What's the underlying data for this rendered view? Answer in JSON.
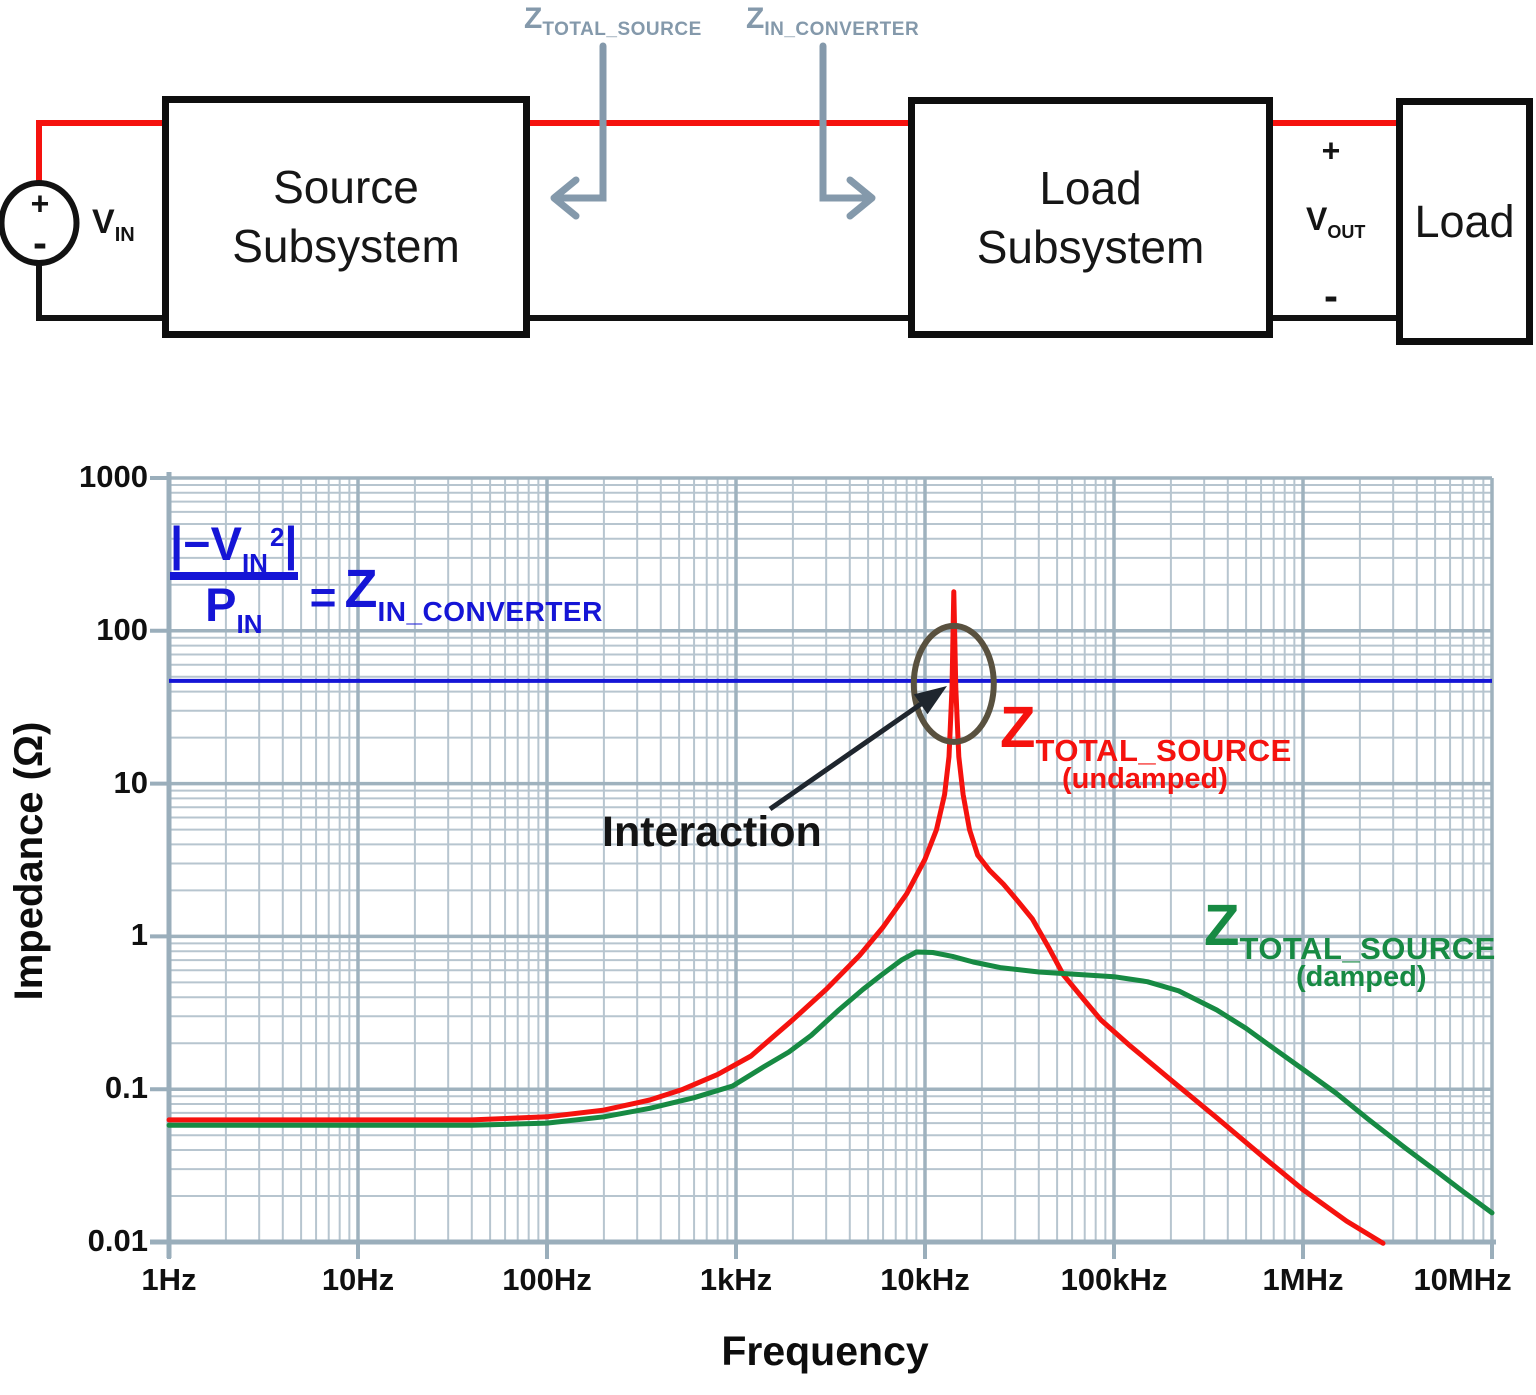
{
  "diagram": {
    "vin": {
      "plus": "+",
      "minus": "-",
      "label": {
        "main": "V",
        "sub": "IN"
      }
    },
    "probes": {
      "total_source": {
        "main": "Z",
        "sub": "TOTAL_SOURCE"
      },
      "in_converter": {
        "main": "Z",
        "sub": "IN_CONVERTER"
      }
    },
    "boxes": {
      "source": {
        "line1": "Source",
        "line2": "Subsystem"
      },
      "load_subsystem": {
        "line1": "Load",
        "line2": "Subsystem"
      },
      "load": {
        "line1": "Load"
      }
    },
    "vout": {
      "plus": "+",
      "minus": "-",
      "label": {
        "main": "V",
        "sub": "OUT"
      }
    }
  },
  "chart_labels": {
    "formula": {
      "num_open": "|−V",
      "num_sub": "IN",
      "num_sup": "2",
      "num_close": "|",
      "den": "P",
      "den_sub": "IN",
      "equals": "=",
      "rhs": "Z",
      "rhs_sub": "IN_CONVERTER"
    },
    "interaction": "Interaction",
    "red": {
      "main": "Z",
      "sub": "TOTAL_SOURCE",
      "note": "(undamped)"
    },
    "green": {
      "main": "Z",
      "sub": "TOTAL_SOURCE",
      "note": "(damped)"
    }
  },
  "chart_data": {
    "type": "line",
    "x_axis": {
      "label": "Frequency",
      "scale": "log",
      "min": 1,
      "max": 10000000,
      "ticks": [
        {
          "value": 1,
          "label": "1Hz"
        },
        {
          "value": 10,
          "label": "10Hz"
        },
        {
          "value": 100,
          "label": "100Hz"
        },
        {
          "value": 1000,
          "label": "1kHz"
        },
        {
          "value": 10000,
          "label": "10kHz"
        },
        {
          "value": 100000,
          "label": "100kHz"
        },
        {
          "value": 1000000,
          "label": "1MHz"
        },
        {
          "value": 10000000,
          "label": "10MHz"
        }
      ]
    },
    "y_axis": {
      "label": "Impedance (Ω)",
      "scale": "log",
      "min": 0.01,
      "max": 1000,
      "ticks": [
        {
          "value": 1000,
          "label": "1000"
        },
        {
          "value": 100,
          "label": "100"
        },
        {
          "value": 10,
          "label": "10"
        },
        {
          "value": 1,
          "label": "1"
        },
        {
          "value": 0.1,
          "label": "0.1"
        },
        {
          "value": 0.01,
          "label": "0.01"
        }
      ]
    },
    "grid": true,
    "legend_position": "inline-annotations",
    "series": [
      {
        "id": "zin_converter",
        "name": "Z_IN_CONVERTER",
        "type": "hline",
        "color": "#1515d6",
        "value": 47
      },
      {
        "id": "z_total_source_undamped",
        "name": "Z_TOTAL_SOURCE (undamped)",
        "type": "line",
        "color": "#f5120e",
        "points": [
          [
            1,
            0.063
          ],
          [
            8,
            0.063
          ],
          [
            40,
            0.063
          ],
          [
            100,
            0.066
          ],
          [
            200,
            0.073
          ],
          [
            350,
            0.085
          ],
          [
            525,
            0.1
          ],
          [
            800,
            0.125
          ],
          [
            1200,
            0.165
          ],
          [
            2000,
            0.285
          ],
          [
            3000,
            0.45
          ],
          [
            4500,
            0.75
          ],
          [
            6000,
            1.15
          ],
          [
            8000,
            1.9
          ],
          [
            10000,
            3.2
          ],
          [
            11500,
            5.0
          ],
          [
            12700,
            8.5
          ],
          [
            13400,
            15
          ],
          [
            13900,
            42
          ],
          [
            14200,
            180
          ],
          [
            14550,
            42
          ],
          [
            15100,
            15
          ],
          [
            15900,
            8.5
          ],
          [
            17200,
            5.0
          ],
          [
            19000,
            3.4
          ],
          [
            22000,
            2.7
          ],
          [
            26000,
            2.2
          ],
          [
            31000,
            1.7
          ],
          [
            37000,
            1.3
          ],
          [
            45000,
            0.85
          ],
          [
            54000,
            0.56
          ],
          [
            70000,
            0.38
          ],
          [
            85000,
            0.285
          ],
          [
            120000,
            0.195
          ],
          [
            200000,
            0.115
          ],
          [
            350000,
            0.065
          ],
          [
            600000,
            0.037
          ],
          [
            1000000,
            0.022
          ],
          [
            1700000,
            0.0137
          ],
          [
            2650000,
            0.0098
          ]
        ]
      },
      {
        "id": "z_total_source_damped",
        "name": "Z_TOTAL_SOURCE (damped)",
        "type": "line",
        "color": "#178a43",
        "points": [
          [
            1,
            0.058
          ],
          [
            8,
            0.058
          ],
          [
            40,
            0.058
          ],
          [
            100,
            0.06
          ],
          [
            200,
            0.066
          ],
          [
            350,
            0.075
          ],
          [
            600,
            0.088
          ],
          [
            960,
            0.105
          ],
          [
            1400,
            0.14
          ],
          [
            1900,
            0.175
          ],
          [
            2500,
            0.225
          ],
          [
            3500,
            0.33
          ],
          [
            4700,
            0.45
          ],
          [
            6000,
            0.57
          ],
          [
            7500,
            0.7
          ],
          [
            9000,
            0.79
          ],
          [
            11000,
            0.785
          ],
          [
            14000,
            0.74
          ],
          [
            18000,
            0.68
          ],
          [
            25000,
            0.625
          ],
          [
            40000,
            0.585
          ],
          [
            70000,
            0.56
          ],
          [
            100000,
            0.545
          ],
          [
            150000,
            0.505
          ],
          [
            220000,
            0.44
          ],
          [
            350000,
            0.33
          ],
          [
            500000,
            0.25
          ],
          [
            700000,
            0.185
          ],
          [
            1000000,
            0.135
          ],
          [
            1500000,
            0.094
          ],
          [
            2200000,
            0.064
          ],
          [
            3500000,
            0.041
          ],
          [
            5000000,
            0.0295
          ],
          [
            7000000,
            0.0215
          ],
          [
            10000000,
            0.0155
          ]
        ]
      }
    ],
    "annotations": {
      "interaction_circle": {
        "f": 14200,
        "z": 47
      },
      "interaction_text": "Interaction"
    }
  },
  "colors": {
    "red": "#f5120e",
    "green": "#178a43",
    "blue": "#1515d6",
    "probe_gray": "#8499ab",
    "wire_black": "#121212",
    "grid_minor": "#b7c5cf",
    "grid_major": "#9fb2be",
    "axis": "#9aaebb",
    "ellipse": "#59513f",
    "arrow": "#1f262e"
  }
}
